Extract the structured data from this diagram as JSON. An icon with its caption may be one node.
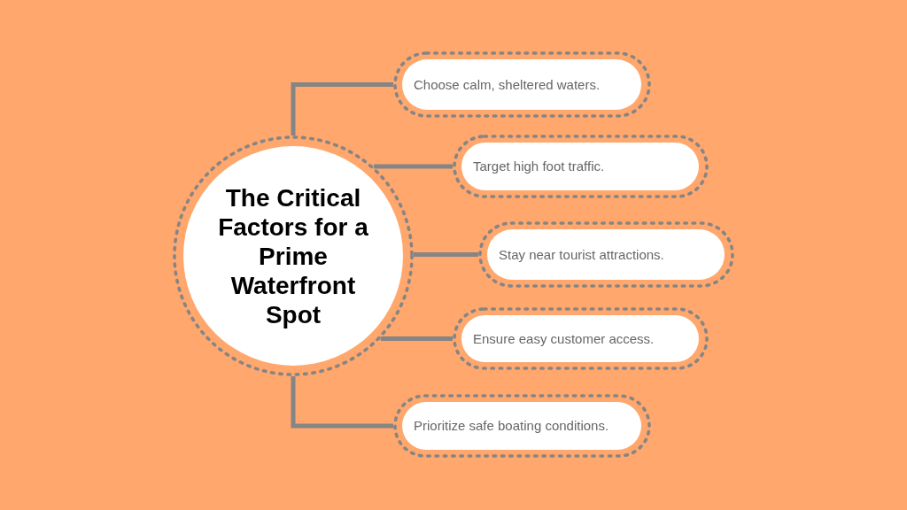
{
  "diagram": {
    "nodes": [
      {
        "text": [
          "The Critical Factors for a Prime Waterfront Spot"
        ]
      },
      {
        "text": [
          "Choose calm, sheltered waters."
        ]
      },
      {
        "text": [
          "Target high foot traffic."
        ]
      },
      {
        "text": [
          "Stay near tourist attractions."
        ]
      },
      {
        "text": [
          "Ensure easy customer access."
        ]
      },
      {
        "text": [
          "Prioritize safe boating conditions."
        ]
      }
    ],
    "edges": [
      {
        "from": 0,
        "to": 1,
        "arrow": "none"
      },
      {
        "from": 0,
        "to": 2,
        "arrow": "none"
      },
      {
        "from": 0,
        "to": 3,
        "arrow": "none"
      },
      {
        "from": 0,
        "to": 4,
        "arrow": "none"
      },
      {
        "from": 0,
        "to": 5,
        "arrow": "none"
      }
    ]
  }
}
